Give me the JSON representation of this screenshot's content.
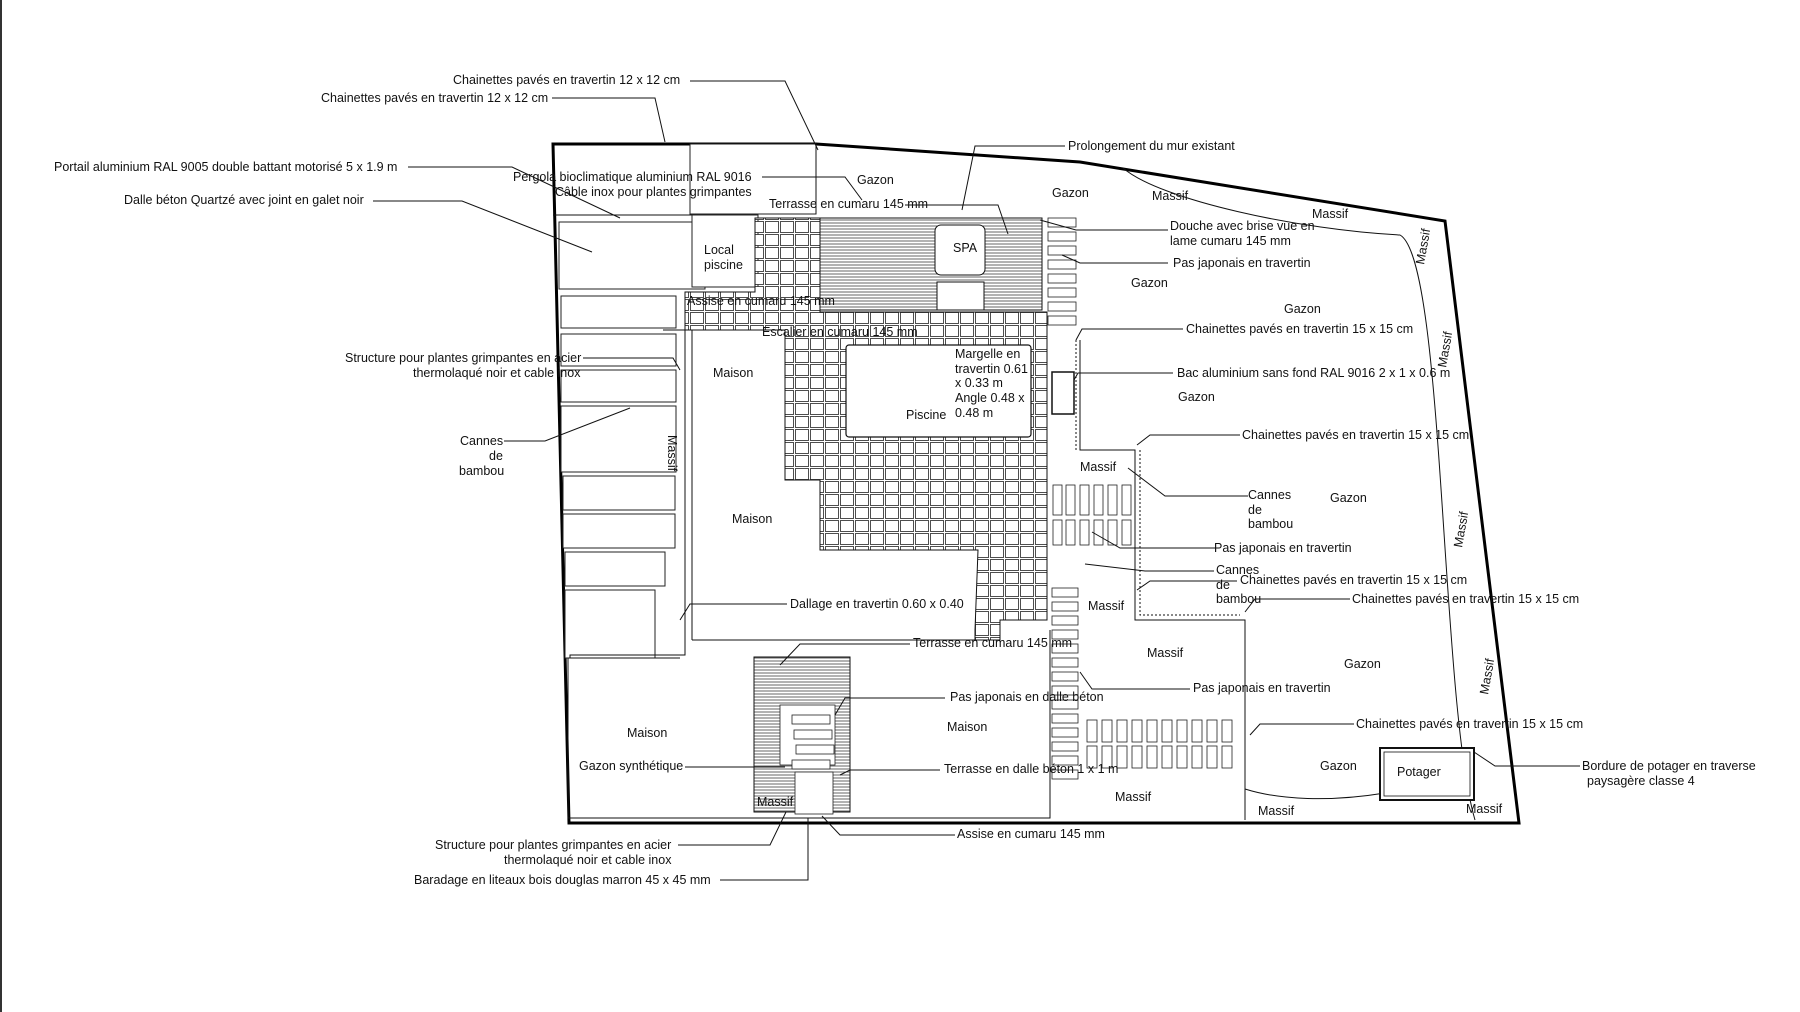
{
  "callouts": {
    "c1": "Chainettes pavés en travertin 12 x 12 cm",
    "c2": "Chainettes pavés en travertin 12 x 12 cm",
    "c3": "Portail aluminium RAL 9005 double battant motorisé 5 x 1.9 m",
    "c4": "Dalle béton Quartzé avec joint en galet noir",
    "c5": "Pergola bioclimatique aluminium RAL 9016",
    "c6": "Câble inox pour plantes grimpantes",
    "c7": "Terrasse en cumaru 145 mm",
    "c8": "Prolongement du mur existant",
    "c9a": "Douche avec brise vue en",
    "c9b": "lame cumaru 145 mm",
    "c10": "Pas japonais en travertin",
    "c11": "Chainettes pavés en travertin 15 x 15 cm",
    "c12": "Bac aluminium sans fond RAL 9016 2 x 1 x 0.6 m",
    "c13": "Chainettes pavés en travertin 15 x 15 cm",
    "c14a": "Structure pour plantes grimpantes en acier",
    "c14b": "thermolaqué noir et cable inox",
    "c15a": "Cannes",
    "c15b": "de",
    "c15c": "bambou",
    "c16a": "Cannes",
    "c16b": "de",
    "c16c": "bambou",
    "c17": "Pas japonais en travertin",
    "c18a": "Cannes",
    "c18b": "de",
    "c18c": "bambou",
    "c19": "Chainettes pavés en travertin 15 x 15 cm",
    "c20": "Chainettes pavés en travertin 15 x 15 cm",
    "c21": "Dallage en travertin 0.60 x 0.40",
    "c22": "Terrasse en cumaru 145 mm",
    "c23": "Pas japonais en travertin",
    "c24": "Pas japonais en dalle béton",
    "c25": "Chainettes pavés en travertin 15 x 15 cm",
    "c26": "Gazon synthétique",
    "c27": "Terrasse en dalle béton 1 x 1 m",
    "c28a": "Bordure de potager en traverse",
    "c28b": "paysagère classe 4",
    "c29": "Assise en cumaru 145 mm",
    "c30a": "Structure pour plantes grimpantes en acier",
    "c30b": "thermolaqué noir et cable inox",
    "c31": "Baradage en liteaux bois douglas marron 45 x 45 mm"
  },
  "zones": {
    "local_a": "Local",
    "local_b": "piscine",
    "spa": "SPA",
    "assise": "Assise en cumaru 145 mm",
    "escalier": "Escalier en cumaru 145 mm",
    "maison1": "Maison",
    "maison2": "Maison",
    "maison3": "Maison",
    "maison4": "Maison",
    "margelle1": "Margelle en",
    "margelle2": "travertin 0.61",
    "margelle3": "x 0.33 m",
    "margelle4": "Angle 0.48 x",
    "margelle5": "0.48 m",
    "piscine": "Piscine",
    "gazon1": "Gazon",
    "gazon2": "Gazon",
    "gazon3": "Gazon",
    "gazon4": "Gazon",
    "gazon5": "Gazon",
    "gazon6": "Gazon",
    "gazon7": "Gazon",
    "gazon8": "Gazon",
    "massif1": "Massif",
    "massif2": "Massif",
    "massif3": "Massif",
    "massif4": "Massif",
    "massif5": "Massif",
    "massif6": "Massif",
    "massif7": "Massif",
    "massif8": "Massif",
    "massif9": "Massif",
    "massif10": "Massif",
    "massif11": "Massif",
    "massif12": "Massif",
    "massif13": "Massif",
    "massif14": "Massif",
    "potager": "Potager"
  }
}
